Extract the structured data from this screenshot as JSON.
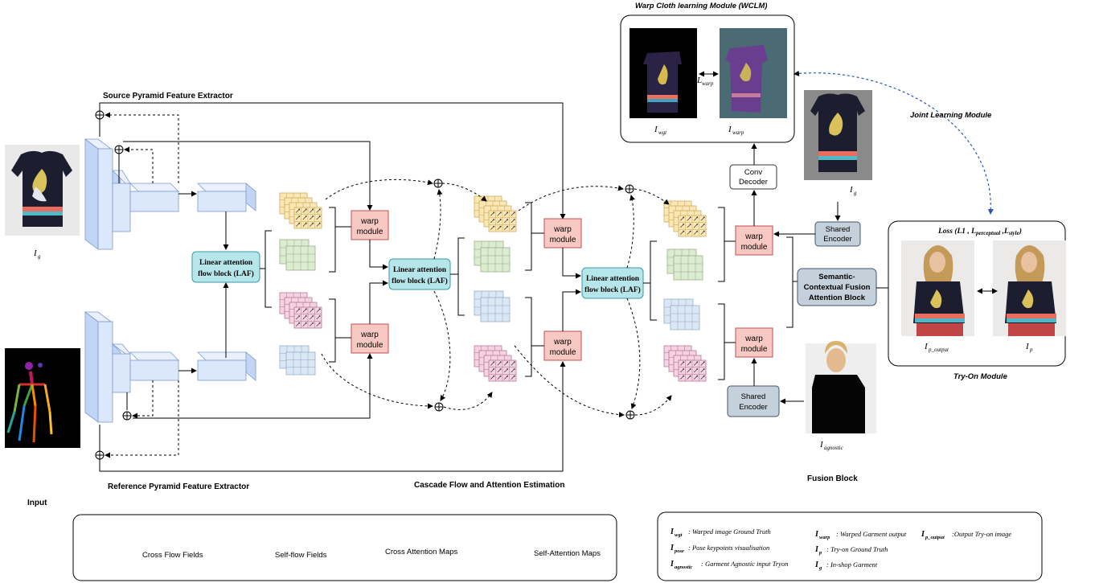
{
  "labels": {
    "source_pyramid": "Source Pyramid Feature Extractor",
    "reference_pyramid": "Reference Pyramid Feature Extractor",
    "input": "Input",
    "cascade": "Cascade Flow and Attention Estimation",
    "fusion_block": "Fusion Block",
    "wclm_title": "Warp Cloth learning Module (WCLM)",
    "joint_learning": "Joint Learning Module",
    "tryon_module": "Try-On Module"
  },
  "blocks": {
    "laf_line1": "Linear attention",
    "laf_line2": "flow block (LAF)",
    "warp_line1": "warp",
    "warp_line2": "module",
    "conv_line1": "Conv",
    "conv_line2": "Decoder",
    "enc_line1": "Shared",
    "enc_line2": "Encoder",
    "scf_line1": "Semantic-",
    "scf_line2": "Contextual Fusion",
    "scf_line3": "Attention Block"
  },
  "math": {
    "i_g": "I",
    "i_g_sub": "g",
    "i_wgt": "I",
    "i_wgt_sub": "wgt",
    "i_warp": "I",
    "i_warp_sub": "warp",
    "l_warp": "L",
    "l_warp_sub": "warp",
    "i_agnostic": "I",
    "i_agnostic_sub": "agnostic",
    "i_p_output": "I",
    "i_p_output_sub": "p_output",
    "i_p": "I",
    "i_p_sub": "p",
    "loss_text": "Loss (L1 , L",
    "loss_sub1": "perceptual",
    "loss_mid": " ,L",
    "loss_sub2": "style",
    "loss_end": ")"
  },
  "legend1": {
    "cross_flow": "Cross Flow Fields",
    "self_flow": "Self-flow Fields",
    "cross_attn": "Cross Attention Maps",
    "self_attn": "Self-Attention Maps"
  },
  "legend2": {
    "wgt_desc": ": Warped image Ground Truth",
    "pose_sub": "pose",
    "pose_desc": ": Pose keypoints visualisation",
    "agn_desc": ": Garment Agnostic input Tryon",
    "warp_desc": ": Warped Garment output",
    "pout_desc": ":Output Try-on image",
    "p_desc": ": Try-on Ground Truth",
    "g_desc": ": In-shop Garment"
  },
  "colors": {
    "warp_module": "#f8c9c2",
    "laf_block": "#b7e6ea",
    "shared_encoder": "#c4d0da",
    "cross_flow": "#fbe7b6",
    "self_flow": "#f6d3e2",
    "cross_attn": "#dcecd1",
    "self_attn": "#dbe7f5",
    "joint_arrow": "#2456b8"
  }
}
